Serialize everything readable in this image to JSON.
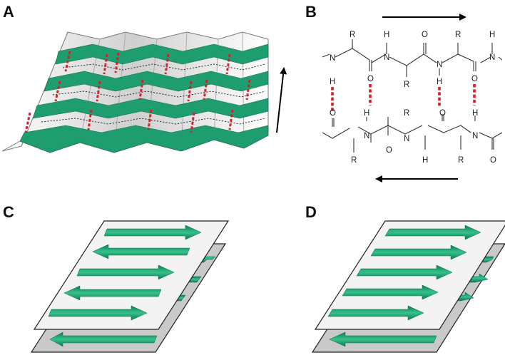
{
  "panels": [
    {
      "id": "a",
      "label": "A"
    },
    {
      "id": "b",
      "label": "B"
    },
    {
      "id": "c",
      "label": "C"
    },
    {
      "id": "d",
      "label": "D"
    }
  ],
  "atoms": {
    "R": "R",
    "H": "H",
    "N": "N",
    "O": "O"
  },
  "colors": {
    "strand_green": "#1e9e6e",
    "hbond_red": "#d4202a",
    "sheet_fill": "#f3f3f3",
    "lower_sheet_fill": "#c9c9c9",
    "outline": "#222222"
  },
  "panel_c": {
    "description_arrows": [
      "right",
      "left",
      "right",
      "left",
      "right"
    ],
    "arrangement": "antiparallel"
  },
  "panel_d": {
    "description_arrows": [
      "right",
      "right",
      "right",
      "right",
      "right"
    ],
    "arrangement": "parallel"
  }
}
